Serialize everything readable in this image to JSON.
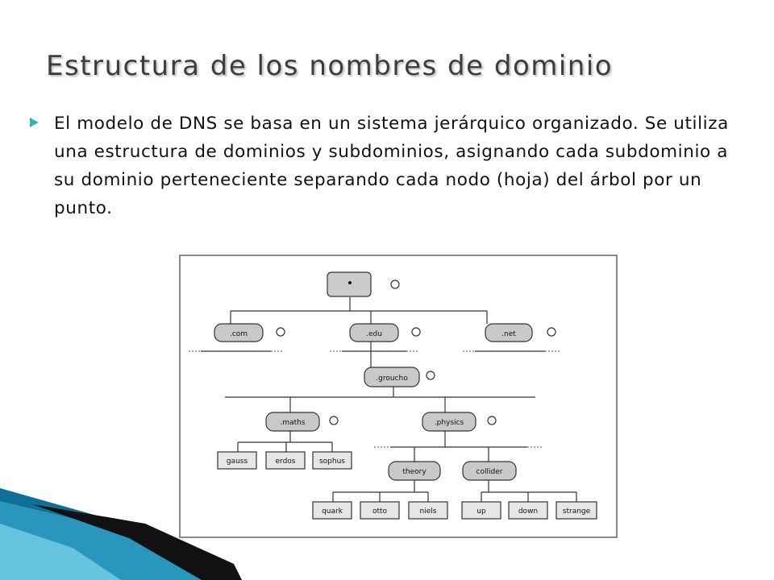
{
  "slide": {
    "title": "Estructura de los nombres de dominio",
    "body": "El modelo de DNS se basa en un sistema jerárquico organizado. Se utiliza una estructura de dominios y subdominios, asignando cada subdominio a su dominio perteneciente separando cada nodo (hoja) del árbol por un punto."
  },
  "colors": {
    "accent": "#2fb8c6",
    "node_fill": "#c9c9c9",
    "leaf_fill": "#e6e6e6",
    "line": "#333333"
  },
  "tree": {
    "root": ".",
    "tld": [
      ".com",
      ".edu",
      ".net"
    ],
    "second_level": ".groucho",
    "third_level": [
      ".maths",
      ".physics"
    ],
    "maths_children": [
      "gauss",
      "erdos",
      "sophus"
    ],
    "physics_children": [
      "theory",
      "collider"
    ],
    "theory_children": [
      "quark",
      "otto",
      "niels"
    ],
    "collider_children": [
      "up",
      "down",
      "strange"
    ]
  }
}
